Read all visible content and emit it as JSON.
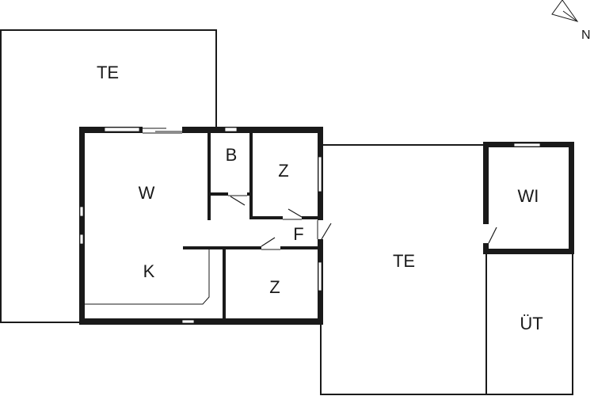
{
  "compass": {
    "label": "N",
    "icon": "north-arrow-icon"
  },
  "rooms": [
    {
      "id": "terrace-west",
      "label": "TE"
    },
    {
      "id": "living-room",
      "label": "W"
    },
    {
      "id": "bathroom",
      "label": "B"
    },
    {
      "id": "bedroom-north",
      "label": "Z"
    },
    {
      "id": "hallway",
      "label": "F"
    },
    {
      "id": "kitchen",
      "label": "K"
    },
    {
      "id": "bedroom-south",
      "label": "Z"
    },
    {
      "id": "terrace-east",
      "label": "TE"
    },
    {
      "id": "whirlpool",
      "label": "WI"
    },
    {
      "id": "covered-terrace",
      "label": "ÜT"
    }
  ],
  "colors": {
    "wall": "#1a1a1a",
    "background": "#ffffff"
  }
}
